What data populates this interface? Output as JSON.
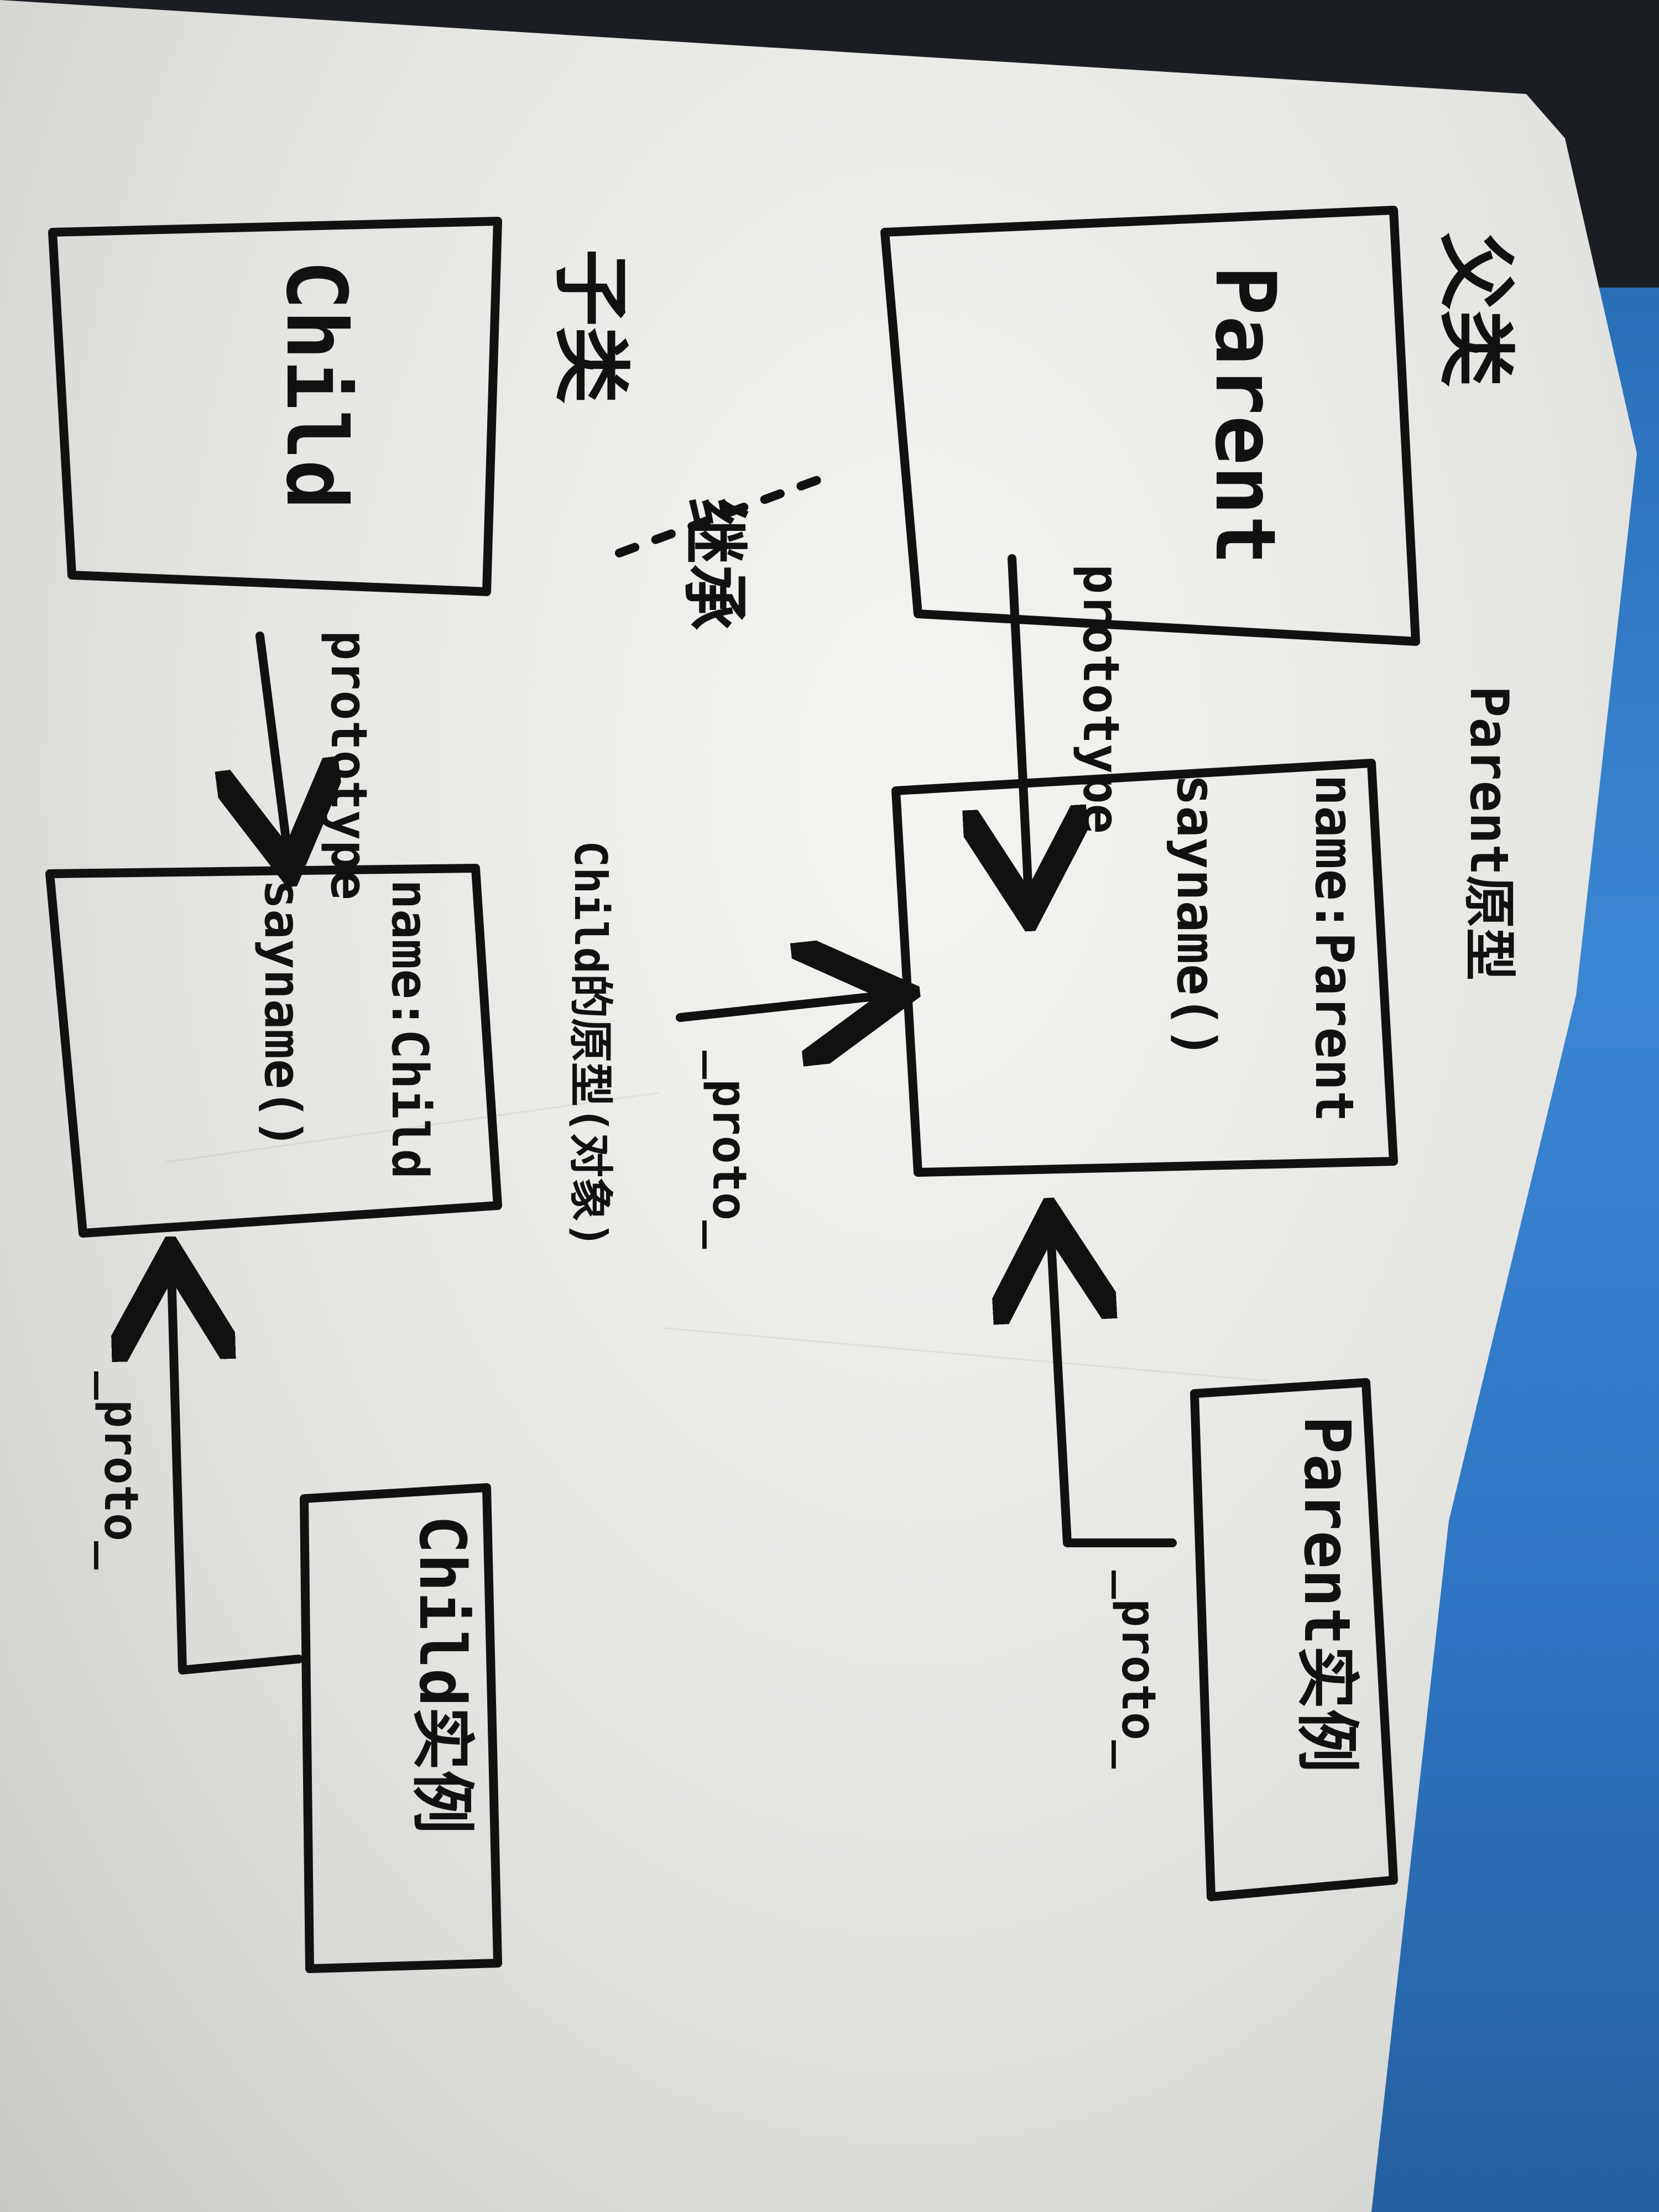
{
  "diagram": {
    "parent_class": {
      "label": "Parent",
      "tag": "父类"
    },
    "child_class": {
      "label": "Child",
      "tag": "子类"
    },
    "inherit_label": "继承",
    "parent_proto": {
      "caption": "Parent原型",
      "items": [
        "name:Parent",
        "sayname()"
      ]
    },
    "child_proto": {
      "caption": "Child的原型(对象)",
      "items": [
        "name:Child",
        "sayname()"
      ]
    },
    "parent_instance": {
      "label": "Parent实例"
    },
    "child_instance": {
      "label": "Child实例"
    },
    "edges": {
      "parent_prototype": "prototype",
      "child_prototype": "prototype",
      "child_proto_to_parent_proto": "_proto_",
      "parent_instance_to_proto": "_proto_",
      "child_instance_to_proto": "_proto_"
    }
  }
}
